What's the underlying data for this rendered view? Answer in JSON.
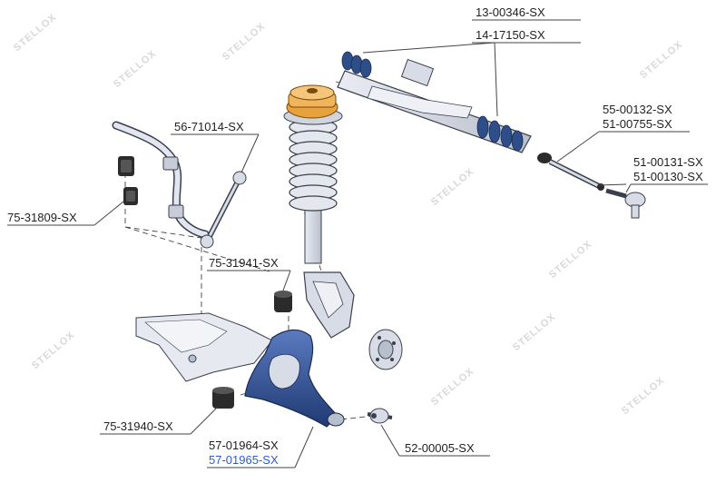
{
  "watermark": "STELLOX",
  "part_numbers": {
    "steering_rack_1": "13-00346-SX",
    "steering_rack_2": "14-17150-SX",
    "inner_tie_rod_1": "55-00132-SX",
    "inner_tie_rod_2": "51-00755-SX",
    "tie_rod_end_1": "51-00131-SX",
    "tie_rod_end_2": "51-00130-SX",
    "stabilizer_link": "56-71014-SX",
    "stabilizer_bushing": "75-31809-SX",
    "arm_bushing_front": "75-31941-SX",
    "arm_bushing_rear": "75-31940-SX",
    "control_arm_1": "57-01964-SX",
    "control_arm_2": "57-01965-SX",
    "ball_joint": "52-00005-SX"
  },
  "colors": {
    "part_fill": "#d7dce6",
    "part_stroke": "#3a3f4c",
    "highlight_blue": "#2e4e8a",
    "mount_orange": "#e8a23c",
    "link_text_blue": "#2a5bd7"
  }
}
